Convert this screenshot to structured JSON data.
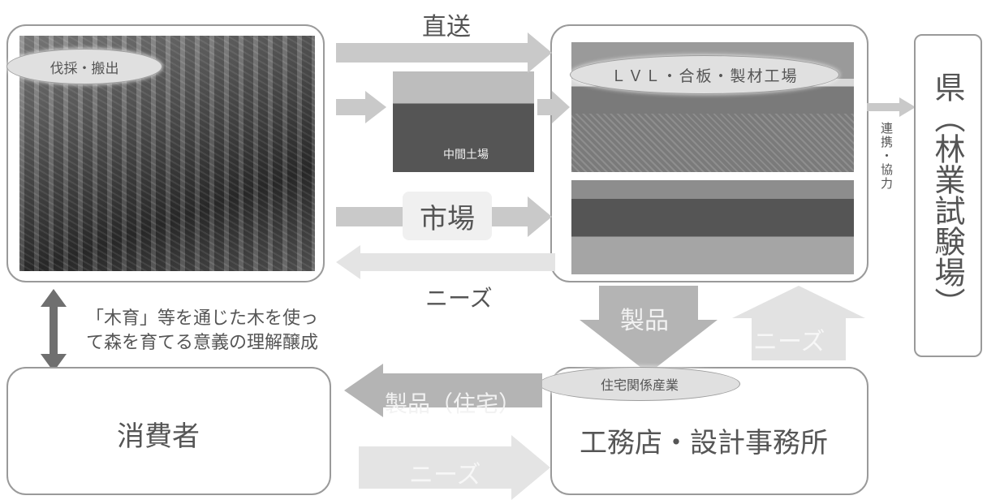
{
  "labels": {
    "direct": "直送",
    "harvest": "伐採・搬出",
    "factory": "ＬＶＬ・合板・製材工場",
    "middle": "中間土場",
    "market": "市場",
    "needs_top": "ニーズ",
    "product_down": "製品",
    "needs_up": "ニーズ",
    "coop": "連携・協力",
    "prefecture": "県（林業試験場）",
    "education_line1": "「木育」等を通じた木を使っ",
    "education_line2": "て森を育てる意義の理解醸成",
    "consumer": "消費者",
    "housing": "住宅関係産業",
    "builder": "工務店・設計事務所",
    "product_house": "製品（住宅）",
    "needs_bottom": "ニーズ"
  }
}
